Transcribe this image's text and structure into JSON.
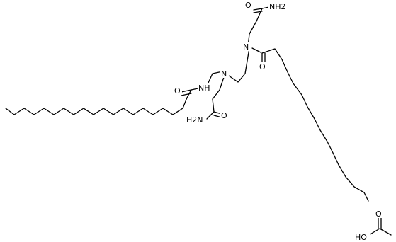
{
  "molecule": {
    "atoms": {
      "o_top_amide": "O",
      "nh2_top": "NH2",
      "n_right": "N",
      "o_right_acyl": "O",
      "n_center": "N",
      "nh_left": "NH",
      "o_left_acyl": "O",
      "o_lower_amide": "O",
      "h2n_lower": "H2N"
    }
  },
  "acetic_acid": {
    "atoms": {
      "o_carbonyl": "O",
      "oh": "HO"
    }
  },
  "colors": {
    "bond": "#000000",
    "background": "#ffffff"
  }
}
